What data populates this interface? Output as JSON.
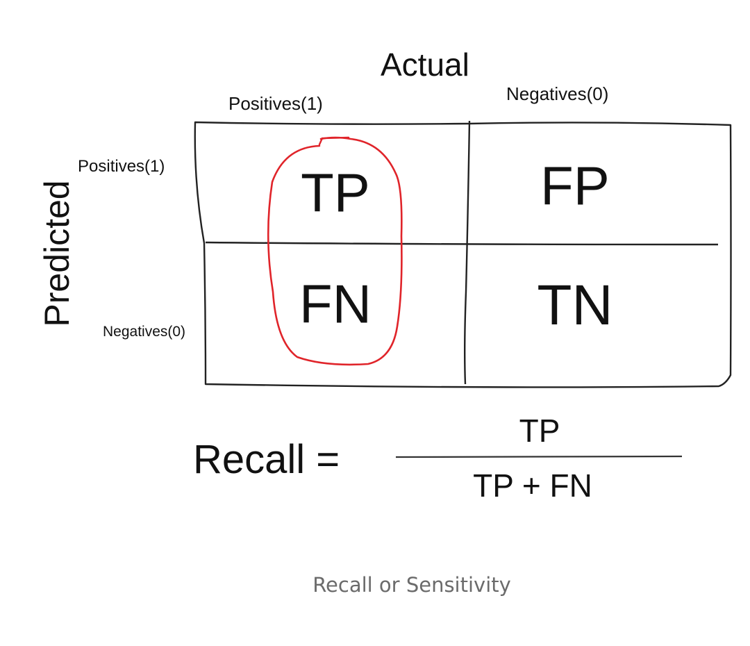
{
  "diagram": {
    "actual_label": "Actual",
    "predicted_label": "Predicted",
    "actual_columns": [
      "Positives(1)",
      "Negatives(0)"
    ],
    "predicted_rows": [
      "Positives(1)",
      "Negatives(0)"
    ],
    "cells": {
      "tp": "TP",
      "fp": "FP",
      "fn": "FN",
      "tn": "TN"
    },
    "highlight_color": "#e0242a"
  },
  "formula": {
    "lhs": "Recall =",
    "numerator": "TP",
    "denominator": "TP + FN"
  },
  "caption": "Recall or Sensitivity"
}
